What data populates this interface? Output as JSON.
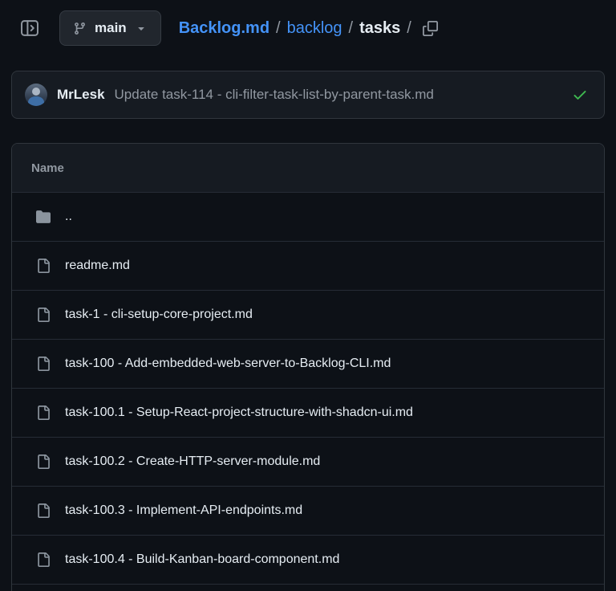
{
  "topbar": {
    "branch": {
      "label": "main"
    },
    "breadcrumb": {
      "repo": "Backlog.md",
      "dir": "backlog",
      "current": "tasks",
      "separator": "/"
    }
  },
  "commit": {
    "author": "MrLesk",
    "message": "Update task-114 - cli-filter-task-list-by-parent-task.md"
  },
  "table": {
    "header": "Name",
    "rows": [
      {
        "name": "..",
        "type": "folder"
      },
      {
        "name": "readme.md",
        "type": "file"
      },
      {
        "name": "task-1 - cli-setup-core-project.md",
        "type": "file"
      },
      {
        "name": "task-100 - Add-embedded-web-server-to-Backlog-CLI.md",
        "type": "file"
      },
      {
        "name": "task-100.1 - Setup-React-project-structure-with-shadcn-ui.md",
        "type": "file"
      },
      {
        "name": "task-100.2 - Create-HTTP-server-module.md",
        "type": "file"
      },
      {
        "name": "task-100.3 - Implement-API-endpoints.md",
        "type": "file"
      },
      {
        "name": "task-100.4 - Build-Kanban-board-component.md",
        "type": "file"
      }
    ]
  },
  "icons": {
    "sidebar_toggle": "panel-expand",
    "branch": "git-branch",
    "caret": "triangle-down",
    "copy": "copy",
    "check": "check",
    "folder": "folder-fill",
    "file": "file-outline"
  },
  "colors": {
    "background": "#0d1117",
    "panel": "#161b22",
    "border": "#30363d",
    "link": "#4493f8",
    "muted": "#9198a1",
    "success": "#3fb950"
  }
}
